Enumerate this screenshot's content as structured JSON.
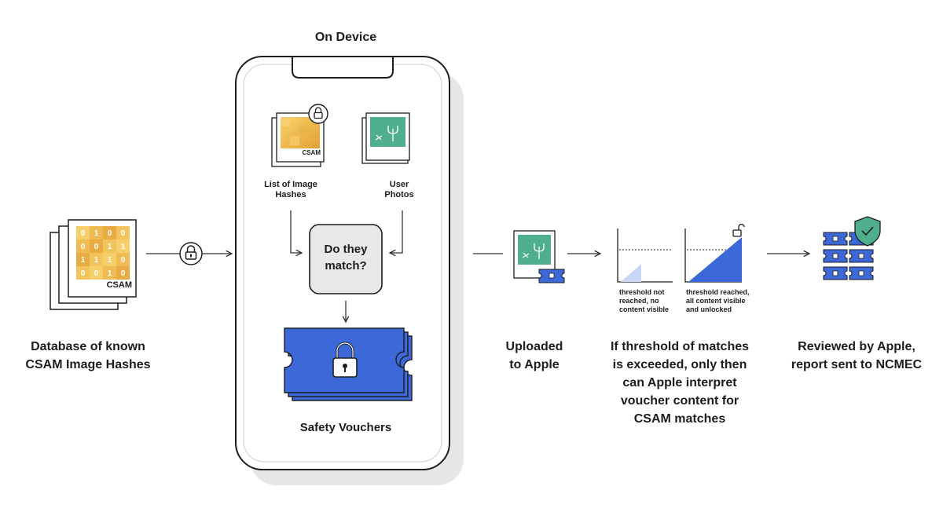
{
  "device": {
    "title": "On Device"
  },
  "database": {
    "grid_digits": [
      "0",
      "1",
      "0",
      "0",
      "0",
      "0",
      "1",
      "1",
      "1",
      "1",
      "1",
      "0",
      "0",
      "0",
      "1",
      "0"
    ],
    "tag": "CSAM",
    "caption_line1": "Database of known",
    "caption_line2": "CSAM Image Hashes"
  },
  "hash_list": {
    "tag": "CSAM",
    "label_line1": "List of Image",
    "label_line2": "Hashes"
  },
  "user_photos": {
    "label_line1": "User",
    "label_line2": "Photos"
  },
  "match_box": {
    "line1": "Do they",
    "line2": "match?"
  },
  "vouchers": {
    "label": "Safety Vouchers"
  },
  "upload": {
    "line1": "Uploaded",
    "line2": "to Apple"
  },
  "threshold": {
    "not_reached": [
      "threshold not",
      "reached, no",
      "content visible"
    ],
    "reached": [
      "threshold reached,",
      "all content visible",
      "and unlocked"
    ],
    "caption": [
      "If threshold of matches",
      "is exceeded, only then",
      "can Apple interpret",
      "voucher content for",
      "CSAM matches"
    ]
  },
  "review": {
    "line1": "Reviewed by Apple,",
    "line2": "report sent to NCMEC"
  },
  "colors": {
    "voucher_blue": "#3d68d8",
    "photo_green": "#4fae8c",
    "hash_gold": "#f0c14b",
    "panel_gray": "#e8e8ea"
  },
  "icons": [
    "lock-icon",
    "unlock-icon",
    "shield-check-icon",
    "arrow-right-icon",
    "arrow-down-icon"
  ]
}
